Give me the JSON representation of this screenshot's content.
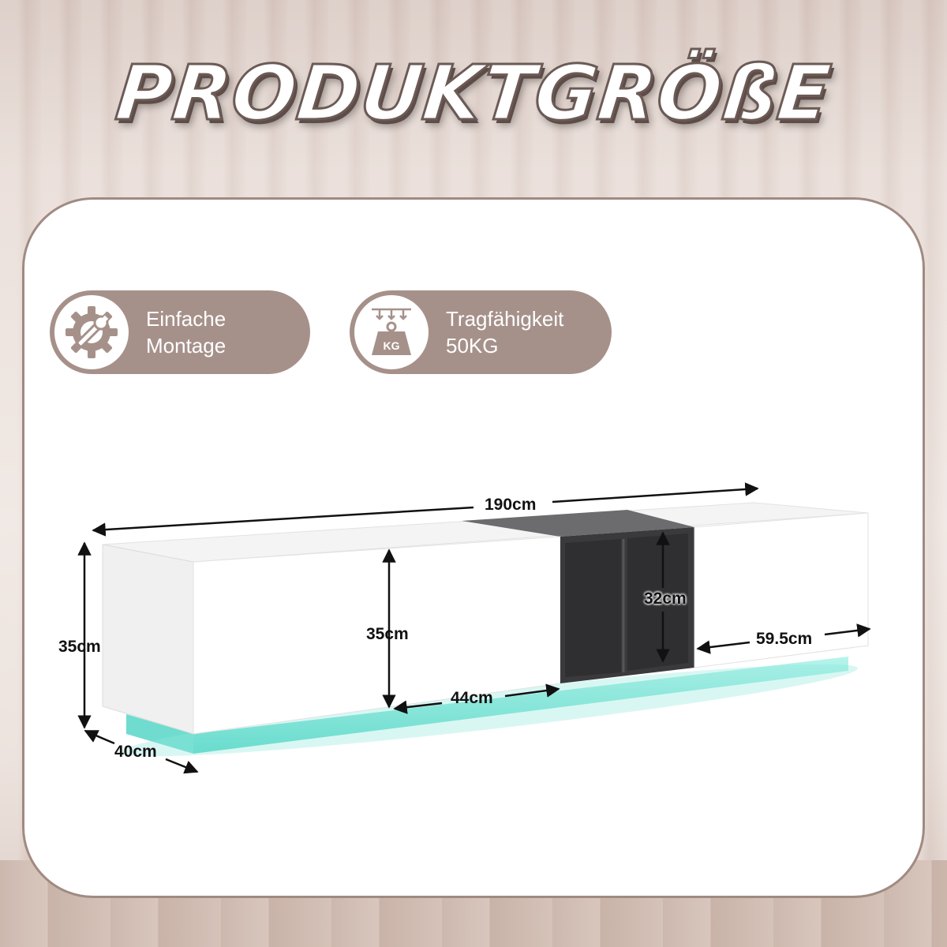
{
  "title": "PRODUKTGRÖßE",
  "features": [
    {
      "icon": "gear-wrench-icon",
      "line1": "Einfache",
      "line2": "Montage"
    },
    {
      "icon": "weight-kg-icon",
      "line1": "Tragfähigkeit",
      "line2": "50KG",
      "icon_text": "KG"
    }
  ],
  "dimensions": {
    "total_width": "190cm",
    "side_height": "35cm",
    "front_height": "35cm",
    "depth": "40cm",
    "door_width": "44cm",
    "shelf_height": "32cm",
    "right_width": "59.5cm"
  },
  "colors": {
    "accent": "#a6918a",
    "led": "#7fe6d8",
    "cabinet": "#ffffff",
    "open_shelf": "#3a3a3c"
  }
}
